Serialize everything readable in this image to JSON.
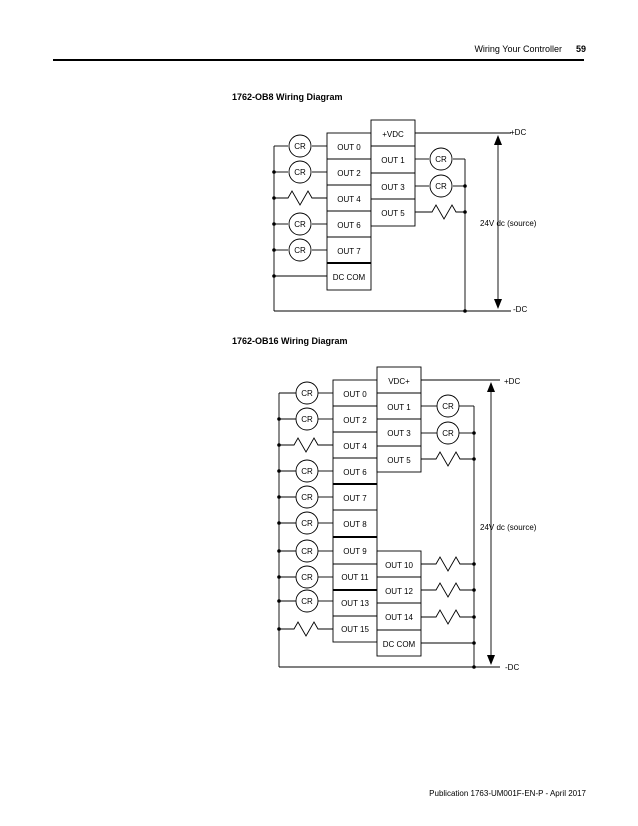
{
  "header": {
    "section": "Wiring Your Controller",
    "page": "59"
  },
  "diagram1": {
    "title": "1762-OB8 Wiring Diagram",
    "left": [
      "OUT 0",
      "OUT 2",
      "OUT 4",
      "OUT 6",
      "OUT 7",
      "DC COM"
    ],
    "right": [
      "+VDC",
      "OUT 1",
      "OUT 3",
      "OUT 5"
    ],
    "cr": "CR",
    "plus": "+DC",
    "minus": "-DC",
    "supply": "24V dc (source)"
  },
  "diagram2": {
    "title": "1762-OB16 Wiring Diagram",
    "left": [
      "OUT 0",
      "OUT 2",
      "OUT 4",
      "OUT 6",
      "OUT 7",
      "OUT 8",
      "OUT 9",
      "OUT 11",
      "OUT 13",
      "OUT 15"
    ],
    "right_top": [
      "VDC+",
      "OUT 1",
      "OUT 3",
      "OUT 5"
    ],
    "right_bottom": [
      "OUT 10",
      "OUT 12",
      "OUT 14",
      "DC COM"
    ],
    "cr": "CR",
    "plus": "+DC",
    "minus": "-DC",
    "supply": "24V dc (source)"
  },
  "footer": {
    "publication": "Publication 1763-UM001F-EN-P - April 2017"
  }
}
